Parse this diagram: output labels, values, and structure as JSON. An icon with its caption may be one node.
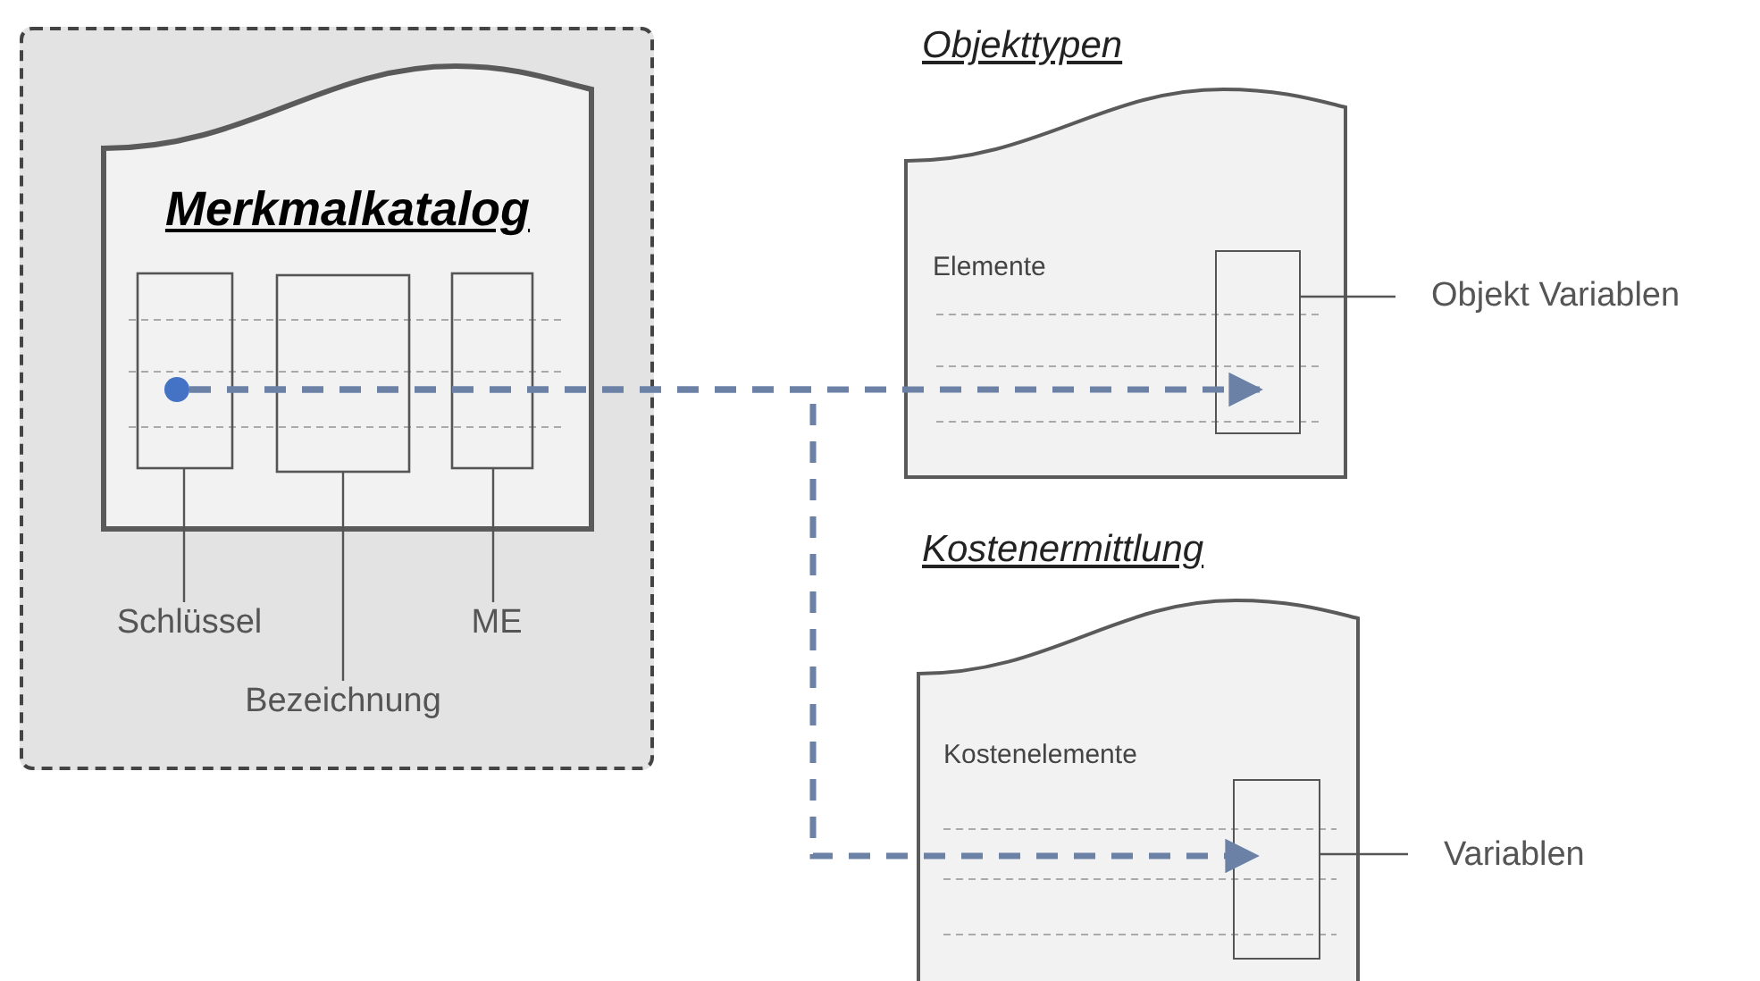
{
  "diagram": {
    "nodes": [
      {
        "text": [],
        "shape": "box"
      },
      {
        "text": [
          "Merkmalkatalog"
        ],
        "in": 0
      },
      {
        "text": [
          "Schlüssel"
        ],
        "in": 0
      },
      {
        "text": [
          "Bezeichnung"
        ],
        "in": 0
      },
      {
        "text": [
          "ME"
        ],
        "in": 0
      },
      {
        "text": [],
        "shape": "circle",
        "in": 1
      },
      {
        "text": [
          "Objekttypen",
          "Elemente"
        ]
      },
      {
        "text": [],
        "shape": "box",
        "in": 6
      },
      {
        "text": [
          "Objekt Variablen"
        ]
      },
      {
        "text": [
          "Kostenermittlung",
          "Kostenelemente"
        ]
      },
      {
        "text": [],
        "shape": "box",
        "in": 9
      },
      {
        "text": [
          "Variablen"
        ]
      }
    ],
    "edges": [
      {
        "from": 2,
        "to": null,
        "arrow": "none"
      },
      {
        "from": 3,
        "to": null,
        "arrow": "none"
      },
      {
        "from": 4,
        "to": null,
        "arrow": "none"
      },
      {
        "from": 5,
        "to": 7,
        "arrow": "to",
        "style": "dashed",
        "color": "#6b82a6"
      },
      {
        "from": 5,
        "to": 10,
        "arrow": "to",
        "style": "dashed",
        "color": "#6b82a6"
      },
      {
        "from": 7,
        "to": 8,
        "arrow": "none"
      },
      {
        "from": 10,
        "to": 11,
        "arrow": "none"
      }
    ]
  }
}
